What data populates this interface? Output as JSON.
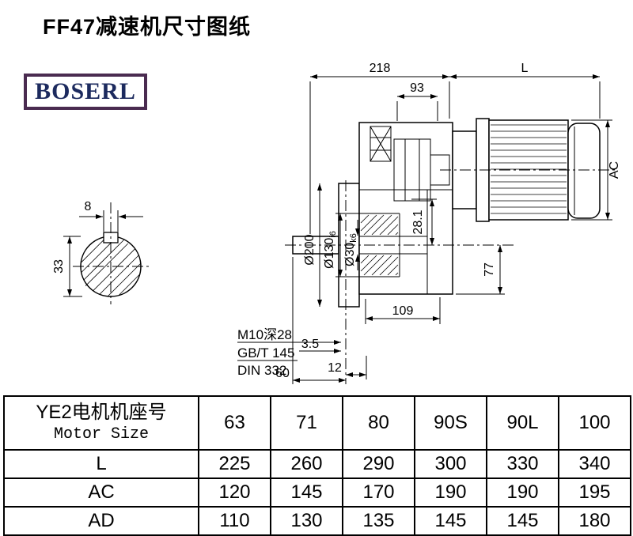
{
  "page": {
    "title": "FF47减速机尺寸图纸",
    "logo": "BOSERL"
  },
  "drawing": {
    "section": {
      "w8": "8",
      "h33": "33"
    },
    "dims": {
      "w218": "218",
      "l": "L",
      "w93": "93",
      "ac": "AC",
      "k281": "28.1",
      "d200": "Ø200",
      "d130": "Ø130",
      "d130_fit": "i6",
      "d30": "Ø30",
      "d30_fit": "k6",
      "h77": "77",
      "w109": "109",
      "g35": "3.5",
      "l60": "60",
      "t12": "12"
    },
    "notes": {
      "tap": "M10深28",
      "std1": "GB/T 145",
      "std2": "DIN 332"
    }
  },
  "table": {
    "header_cn": "YE2电机机座号",
    "header_en": "Motor Size",
    "sizes": [
      "63",
      "71",
      "80",
      "90S",
      "90L",
      "100"
    ],
    "rows": [
      {
        "label": "L",
        "values": [
          "225",
          "260",
          "290",
          "300",
          "330",
          "340"
        ]
      },
      {
        "label": "AC",
        "values": [
          "120",
          "145",
          "170",
          "190",
          "190",
          "195"
        ]
      },
      {
        "label": "AD",
        "values": [
          "110",
          "130",
          "135",
          "145",
          "145",
          "180"
        ]
      }
    ]
  }
}
